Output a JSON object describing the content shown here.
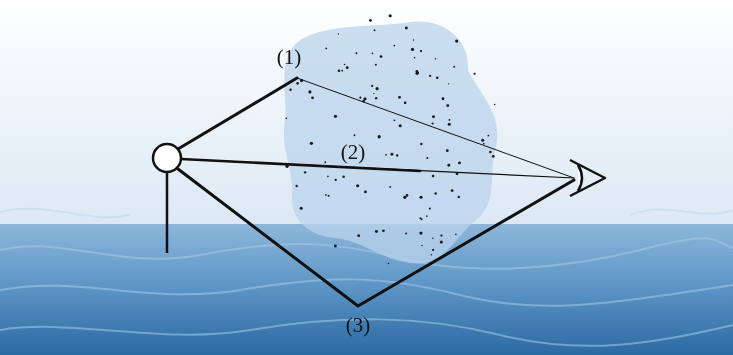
{
  "diagram": {
    "labels": [
      "(1)",
      "(2)",
      "(3)"
    ]
  }
}
